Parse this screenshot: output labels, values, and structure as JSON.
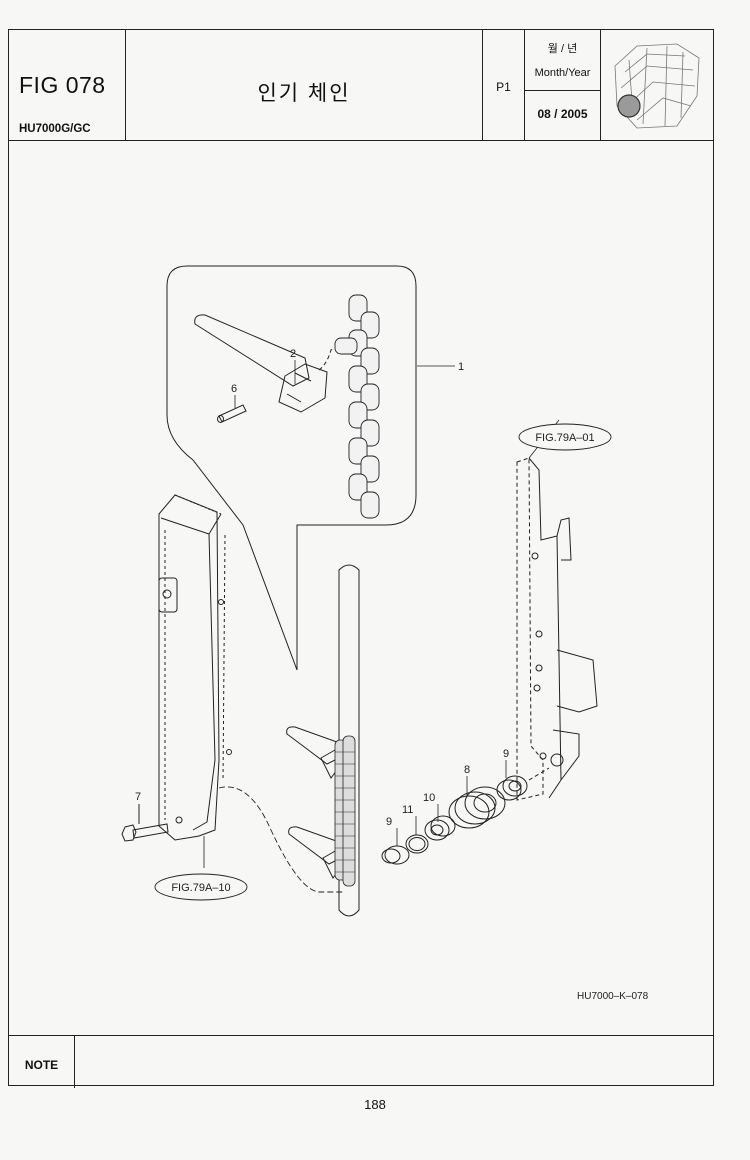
{
  "header": {
    "fig_number": "FIG 078",
    "model": "HU7000G/GC",
    "title": "인기 체인",
    "page_code": "P1",
    "date_label_korean": "월 / 년",
    "date_label_english": "Month/Year",
    "date_value": "08 / 2005"
  },
  "drawing": {
    "callouts": [
      "1",
      "2",
      "6",
      "7",
      "8",
      "9",
      "9",
      "10",
      "11"
    ],
    "references": [
      "FIG.79A–01",
      "FIG.79A–10"
    ],
    "drawing_code": "HU7000–K–078"
  },
  "note": {
    "label": "NOTE",
    "text": ""
  },
  "page_number": "188"
}
